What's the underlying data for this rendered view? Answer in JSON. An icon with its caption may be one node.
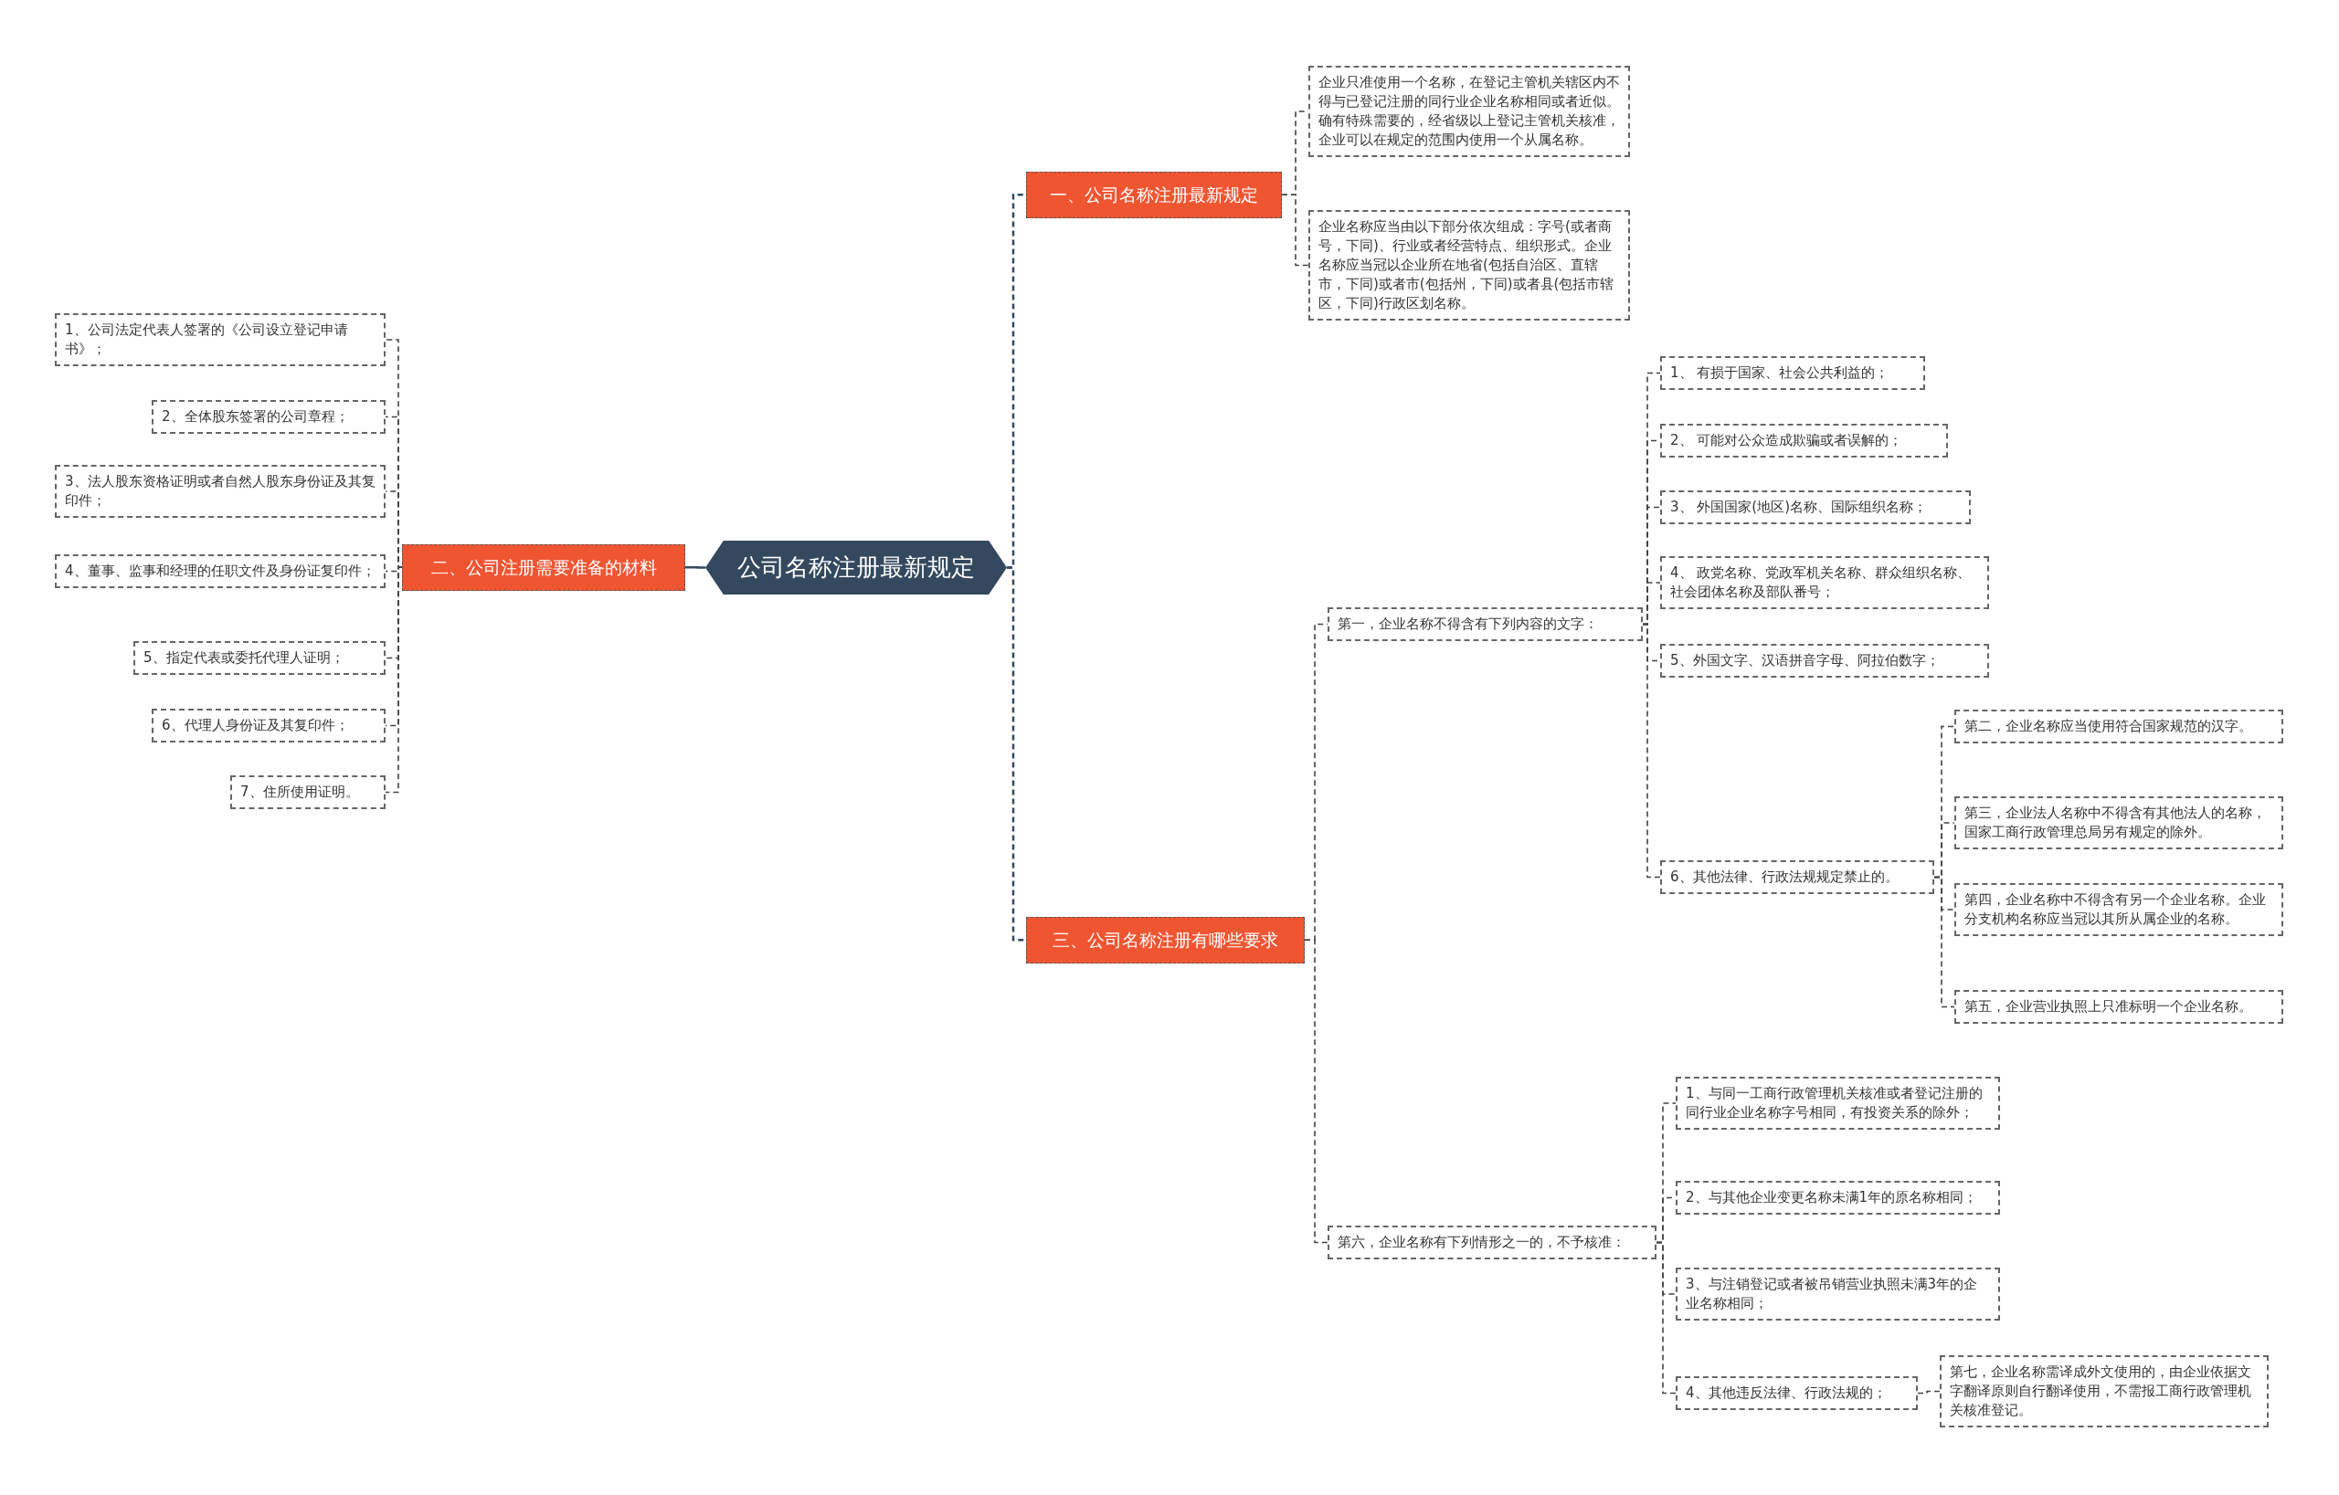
{
  "diagram": {
    "nodes": [
      {
        "text": [
          "公司名称注册最新规定"
        ]
      },
      {
        "text": [
          "一、公司名称注册最新规定"
        ]
      },
      {
        "text": [
          "企业只准使用一个名称，在登记主管机关辖区内不得与已登记注册的同行业企业名称相同或者近似。确有特殊需要的，经省级以上登记主管机关核准，企业可以在规定的范围内使用一个从属名称。"
        ]
      },
      {
        "text": [
          "企业名称应当由以下部分依次组成：字号(或者商号，下同)、行业或者经营特点、组织形式。企业名称应当冠以企业所在地省(包括自治区、直辖市，下同)或者市(包括州，下同)或者县(包括市辖区，下同)行政区划名称。"
        ]
      },
      {
        "text": [
          "二、公司注册需要准备的材料"
        ]
      },
      {
        "text": [
          "1、公司法定代表人签署的《公司设立登记申请书》；"
        ]
      },
      {
        "text": [
          "2、全体股东签署的公司章程；"
        ]
      },
      {
        "text": [
          "3、法人股东资格证明或者自然人股东身份证及其复印件；"
        ]
      },
      {
        "text": [
          "4、董事、监事和经理的任职文件及身份证复印件；"
        ]
      },
      {
        "text": [
          "5、指定代表或委托代理人证明；"
        ]
      },
      {
        "text": [
          "6、代理人身份证及其复印件；"
        ]
      },
      {
        "text": [
          "7、住所使用证明。"
        ]
      },
      {
        "text": [
          "三、公司名称注册有哪些要求"
        ]
      },
      {
        "text": [
          "第一，企业名称不得含有下列内容的文字："
        ]
      },
      {
        "text": [
          "1、 有损于国家、社会公共利益的；"
        ]
      },
      {
        "text": [
          "2、 可能对公众造成欺骗或者误解的；"
        ]
      },
      {
        "text": [
          "3、 外国国家(地区)名称、国际组织名称；"
        ]
      },
      {
        "text": [
          "4、 政党名称、党政军机关名称、群众组织名称、社会团体名称及部队番号；"
        ]
      },
      {
        "text": [
          "5、外国文字、汉语拼音字母、阿拉伯数字；"
        ]
      },
      {
        "text": [
          "6、其他法律、行政法规规定禁止的。"
        ]
      },
      {
        "text": [
          "第二，企业名称应当使用符合国家规范的汉字。"
        ]
      },
      {
        "text": [
          "第三，企业法人名称中不得含有其他法人的名称，国家工商行政管理总局另有规定的除外。"
        ]
      },
      {
        "text": [
          "第四，企业名称中不得含有另一个企业名称。企业分支机构名称应当冠以其所从属企业的名称。"
        ]
      },
      {
        "text": [
          "第五，企业营业执照上只准标明一个企业名称。"
        ]
      },
      {
        "text": [
          "第六，企业名称有下列情形之一的，不予核准："
        ]
      },
      {
        "text": [
          "1、与同一工商行政管理机关核准或者登记注册的同行业企业名称字号相同，有投资关系的除外；"
        ]
      },
      {
        "text": [
          "2、与其他企业变更名称未满1年的原名称相同；"
        ]
      },
      {
        "text": [
          "3、与注销登记或者被吊销营业执照未满3年的企业名称相同；"
        ]
      },
      {
        "text": [
          "4、其他违反法律、行政法规的；"
        ]
      },
      {
        "text": [
          "第七，企业名称需译成外文使用的，由企业依据文字翻译原则自行翻译使用，不需报工商行政管理机关核准登记。"
        ]
      }
    ],
    "edges": [
      {
        "from": 0,
        "to": 1,
        "arrow": "none",
        "style": "dashed"
      },
      {
        "from": 1,
        "to": 2,
        "arrow": "none",
        "style": "dashed"
      },
      {
        "from": 1,
        "to": 3,
        "arrow": "none",
        "style": "dashed"
      },
      {
        "from": 0,
        "to": 4,
        "arrow": "none"
      },
      {
        "from": 4,
        "to": 5,
        "arrow": "none",
        "style": "dashed"
      },
      {
        "from": 4,
        "to": 6,
        "arrow": "none",
        "style": "dashed"
      },
      {
        "from": 4,
        "to": 7,
        "arrow": "none",
        "style": "dashed"
      },
      {
        "from": 4,
        "to": 8,
        "arrow": "none",
        "style": "dashed"
      },
      {
        "from": 4,
        "to": 9,
        "arrow": "none",
        "style": "dashed"
      },
      {
        "from": 4,
        "to": 10,
        "arrow": "none",
        "style": "dashed"
      },
      {
        "from": 4,
        "to": 11,
        "arrow": "none",
        "style": "dashed"
      },
      {
        "from": 0,
        "to": 12,
        "arrow": "none",
        "style": "dashed"
      },
      {
        "from": 12,
        "to": 13,
        "arrow": "none",
        "style": "dashed"
      },
      {
        "from": 13,
        "to": 14,
        "arrow": "none",
        "style": "dashed"
      },
      {
        "from": 13,
        "to": 15,
        "arrow": "none",
        "style": "dashed"
      },
      {
        "from": 13,
        "to": 16,
        "arrow": "none",
        "style": "dashed"
      },
      {
        "from": 13,
        "to": 17,
        "arrow": "none",
        "style": "dashed"
      },
      {
        "from": 13,
        "to": 18,
        "arrow": "none",
        "style": "dashed"
      },
      {
        "from": 13,
        "to": 19,
        "arrow": "none",
        "style": "dashed"
      },
      {
        "from": 19,
        "to": 20,
        "arrow": "none",
        "style": "dashed"
      },
      {
        "from": 19,
        "to": 21,
        "arrow": "none",
        "style": "dashed"
      },
      {
        "from": 19,
        "to": 22,
        "arrow": "none",
        "style": "dashed"
      },
      {
        "from": 19,
        "to": 23,
        "arrow": "none",
        "style": "dashed"
      },
      {
        "from": 12,
        "to": 24,
        "arrow": "none",
        "style": "dashed"
      },
      {
        "from": 24,
        "to": 25,
        "arrow": "none",
        "style": "dashed"
      },
      {
        "from": 24,
        "to": 26,
        "arrow": "none",
        "style": "dashed"
      },
      {
        "from": 24,
        "to": 27,
        "arrow": "none",
        "style": "dashed"
      },
      {
        "from": 24,
        "to": 28,
        "arrow": "none",
        "style": "dashed"
      },
      {
        "from": 28,
        "to": 29,
        "arrow": "none",
        "style": "dashed"
      }
    ]
  }
}
